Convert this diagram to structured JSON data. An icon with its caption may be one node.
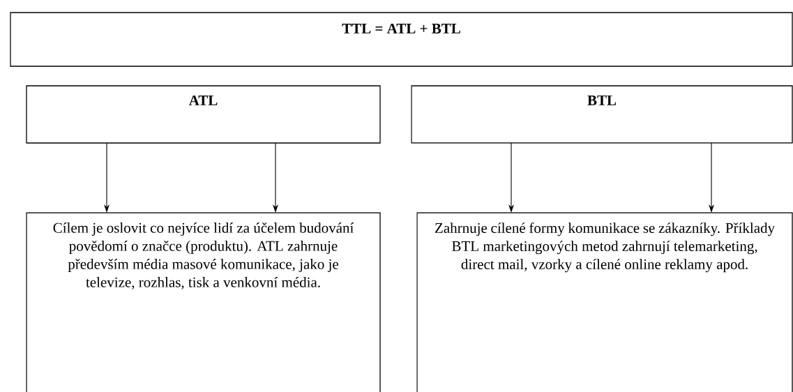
{
  "diagram": {
    "nodes": [
      {
        "text": [
          "TTL = ATL + BTL"
        ]
      },
      {
        "text": [
          "ATL"
        ]
      },
      {
        "text": [
          "BTL"
        ]
      },
      {
        "text": [
          "Cílem je oslovit co nejvíce lidí za účelem budování povědomí o značce (produktu). ATL zahrnuje především média masové komunikace, jako je televize, rozhlas, tisk a venkovní média."
        ]
      },
      {
        "text": [
          "Zahrnuje cílené formy komunikace se zákazníky. Příklady BTL marketingových metod zahrnují telemarketing, direct mail, vzorky a cílené online reklamy apod."
        ]
      }
    ],
    "edges": [
      {
        "from": 1,
        "to": 3,
        "arrow": "to"
      },
      {
        "from": 1,
        "to": 3,
        "arrow": "to"
      },
      {
        "from": 2,
        "to": 4,
        "arrow": "to"
      },
      {
        "from": 2,
        "to": 4,
        "arrow": "to"
      }
    ]
  }
}
